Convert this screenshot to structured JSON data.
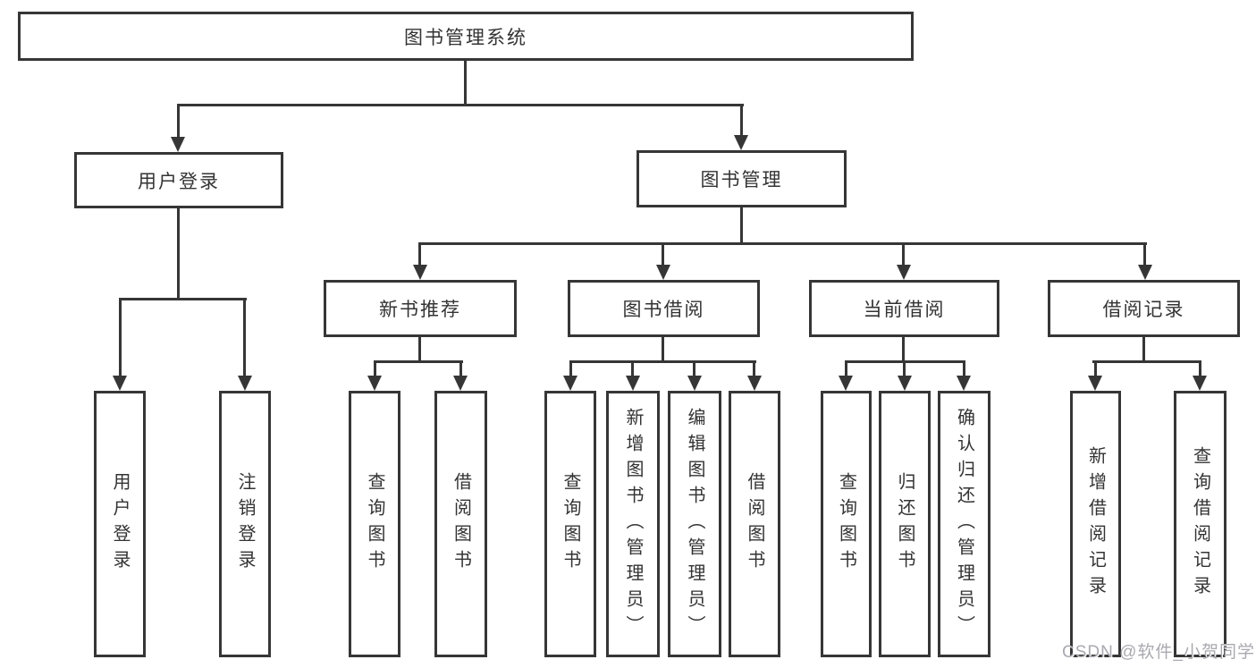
{
  "tree": {
    "root": {
      "label": "图书管理系统"
    },
    "children": [
      {
        "label": "用户登录",
        "children": [
          {
            "label": "用户登录"
          },
          {
            "label": "注销登录"
          }
        ]
      },
      {
        "label": "图书管理",
        "children": [
          {
            "label": "新书推荐",
            "children": [
              {
                "label": "查询图书"
              },
              {
                "label": "借阅图书"
              }
            ]
          },
          {
            "label": "图书借阅",
            "children": [
              {
                "label": "查询图书"
              },
              {
                "label": "新增图书（管理员）"
              },
              {
                "label": "编辑图书（管理员）"
              },
              {
                "label": "借阅图书"
              }
            ]
          },
          {
            "label": "当前借阅",
            "children": [
              {
                "label": "查询图书"
              },
              {
                "label": "归还图书"
              },
              {
                "label": "确认归还（管理员）"
              }
            ]
          },
          {
            "label": "借阅记录",
            "children": [
              {
                "label": "新增借阅记录"
              },
              {
                "label": "查询借阅记录"
              }
            ]
          }
        ]
      }
    ]
  },
  "colors": {
    "line": "#363636",
    "box_border": "#363636",
    "text": "#333333",
    "background": "#ffffff",
    "watermark": "#a9a9b0"
  },
  "watermark": {
    "text": "CSDN @软件_小贺同学"
  }
}
